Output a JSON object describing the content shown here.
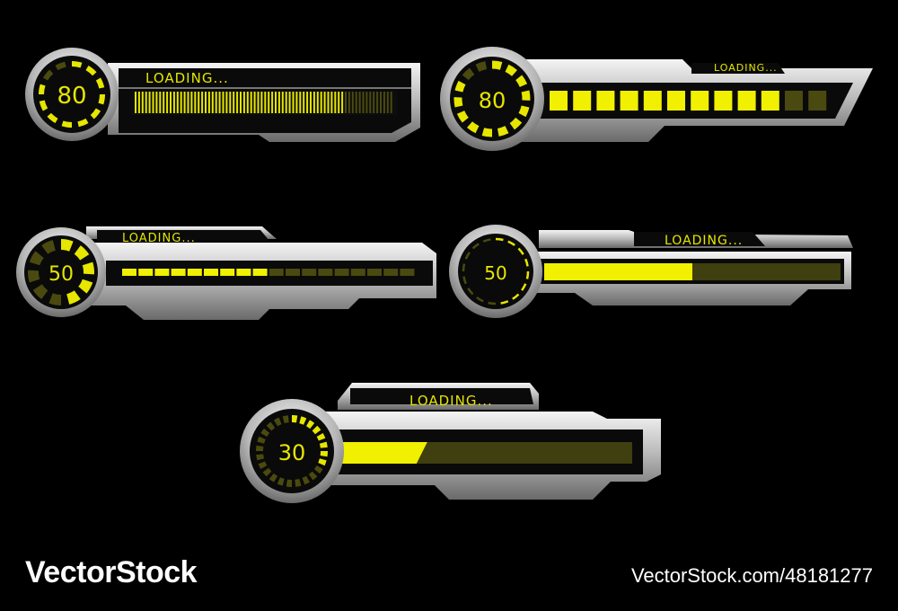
{
  "colors": {
    "background": "#000000",
    "accent": "#e6e600",
    "accent_dim": "#4a4a10",
    "metal_light": "#e8e8e8",
    "metal_dark": "#6e6e6e"
  },
  "widgets": [
    {
      "id": "w1",
      "label": "LOADING...",
      "value": "80",
      "progress": 0.8,
      "style": "thin-ticks"
    },
    {
      "id": "w2",
      "label": "LOADING...",
      "value": "80",
      "progress": 0.8,
      "style": "blocks"
    },
    {
      "id": "w3",
      "label": "LOADING...",
      "value": "50",
      "progress": 0.5,
      "style": "dashes"
    },
    {
      "id": "w4",
      "label": "LOADING...",
      "value": "50",
      "progress": 0.5,
      "style": "solid"
    },
    {
      "id": "w5",
      "label": "LOADING...",
      "value": "30",
      "progress": 0.3,
      "style": "solid-slant"
    }
  ],
  "watermark": {
    "brand": "VectorStock",
    "id_text": "VectorStock.com/48181277",
    "brand_icon": "vectorstock-logo"
  }
}
